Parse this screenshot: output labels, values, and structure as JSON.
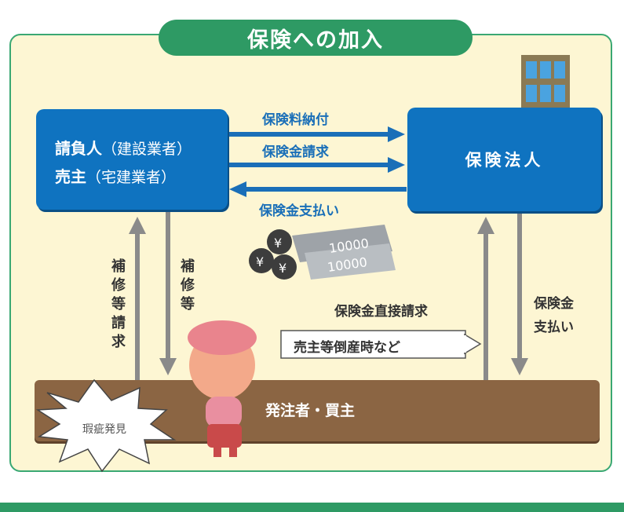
{
  "title": "保険への加入",
  "contractor": {
    "line1_bold": "請負人",
    "line1_rest": "（建設業者）",
    "line2_bold": "売主",
    "line2_rest": "（宅建業者）"
  },
  "insurer": {
    "label": "保険法人"
  },
  "arrows": {
    "premium": "保険料納付",
    "claim": "保険金請求",
    "payout": "保険金支払い",
    "repair_request": "補修等請求",
    "repair": "補修等",
    "direct_claim": "保険金直接請求",
    "direct_payout_line1": "保険金",
    "direct_payout_line2": "支払い"
  },
  "callout": "売主等倒産時など",
  "buyer": {
    "label": "発注者・買主"
  },
  "defect_burst": "瑕疵発見",
  "money": {
    "note1": "10000",
    "note2": "10000",
    "coin": "¥"
  },
  "colors": {
    "accent_green": "#2e9a64",
    "box_blue": "#0f73c0",
    "arrow_blue": "#1a6fb8",
    "arrow_gray": "#8a8a8a",
    "bar_brown": "#8b6543"
  }
}
